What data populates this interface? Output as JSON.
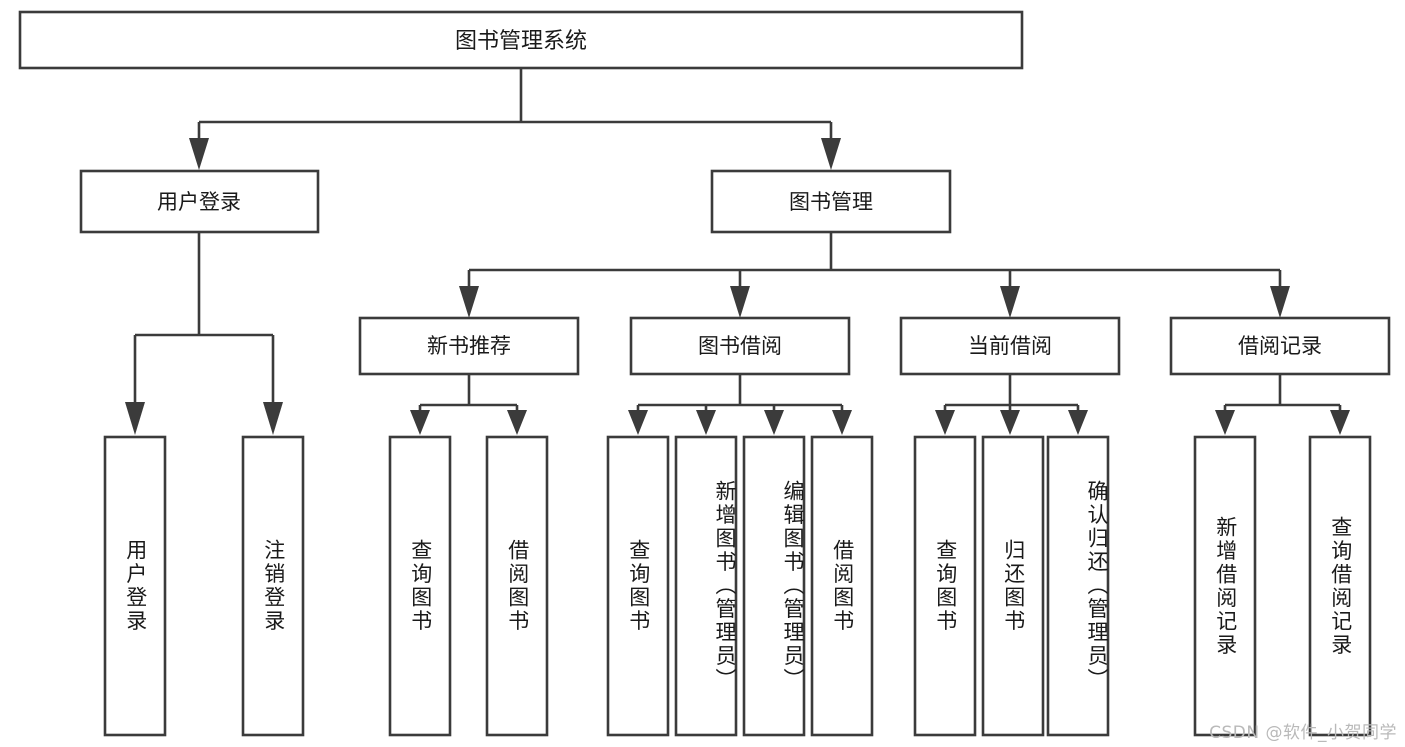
{
  "diagram": {
    "type": "tree-hierarchy",
    "title": "图书管理系统",
    "orientation": "top-down",
    "stroke_color": "#3b3b3b",
    "box_fill": "#ffffff",
    "text_color": "#1a1a1a",
    "background": "#ffffff"
  },
  "root": {
    "label": "图书管理系统"
  },
  "level1": [
    {
      "label": "用户登录"
    },
    {
      "label": "图书管理"
    }
  ],
  "login_leaves": [
    {
      "label": "用户登录"
    },
    {
      "label": "注销登录"
    }
  ],
  "level2": [
    {
      "label": "新书推荐"
    },
    {
      "label": "图书借阅"
    },
    {
      "label": "当前借阅"
    },
    {
      "label": "借阅记录"
    }
  ],
  "newbook_leaves": [
    {
      "label": "查询图书"
    },
    {
      "label": "借阅图书"
    }
  ],
  "borrow_leaves": [
    {
      "label": "查询图书"
    },
    {
      "label": "新增图书（管理员）"
    },
    {
      "label": "编辑图书（管理员）"
    },
    {
      "label": "借阅图书"
    }
  ],
  "current_leaves": [
    {
      "label": "查询图书"
    },
    {
      "label": "归还图书"
    },
    {
      "label": "确认归还（管理员）"
    }
  ],
  "record_leaves": [
    {
      "label": "新增借阅记录"
    },
    {
      "label": "查询借阅记录"
    }
  ],
  "watermark": {
    "text": "CSDN @软件_小贺同学"
  }
}
